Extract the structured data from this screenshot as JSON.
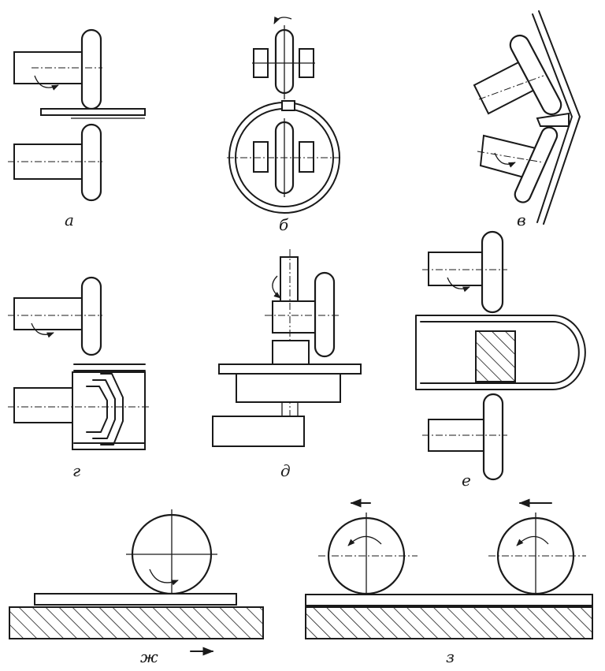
{
  "labels": {
    "a": "а",
    "b": "б",
    "v": "в",
    "g": "г",
    "d": "д",
    "e": "е",
    "zh": "ж",
    "z": "з"
  },
  "colors": {
    "ink": "#1a1a1a",
    "paper": "#ffffff"
  }
}
